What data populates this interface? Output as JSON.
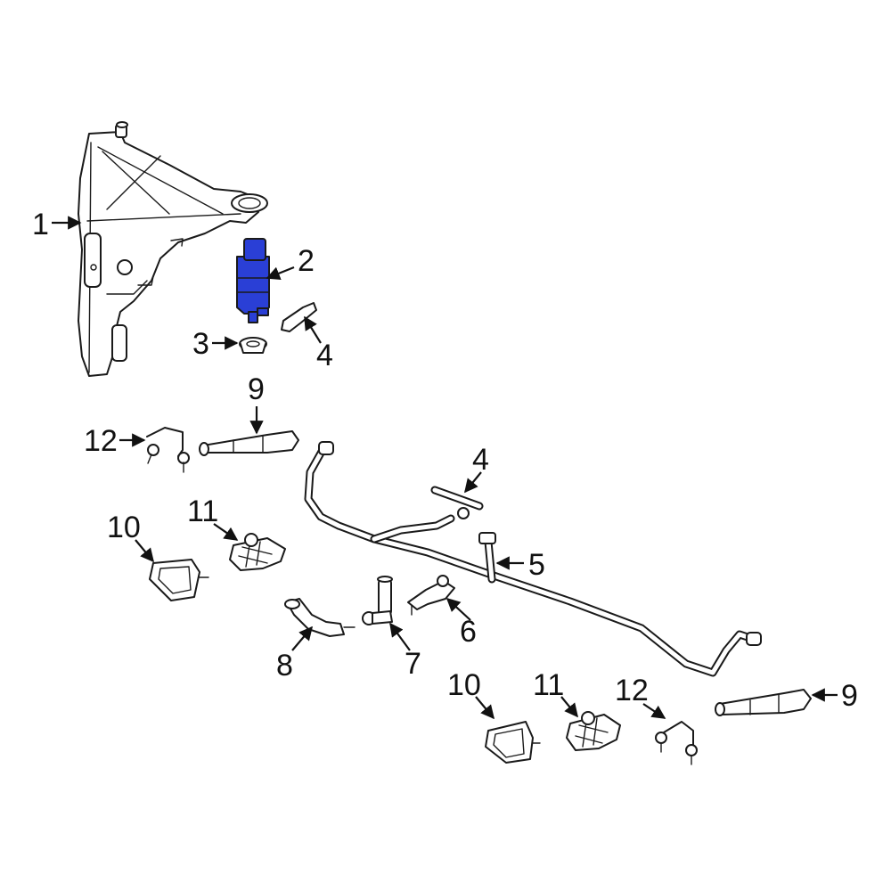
{
  "diagram": {
    "highlight_color": "#2a3fd6",
    "highlighted_part": "2",
    "callouts": [
      {
        "id": "c-1-tank",
        "label": "1"
      },
      {
        "id": "c-2-pump",
        "label": "2"
      },
      {
        "id": "c-3-grommet",
        "label": "3"
      },
      {
        "id": "c-4-top",
        "label": "4"
      },
      {
        "id": "c-9-top",
        "label": "9"
      },
      {
        "id": "c-12-left",
        "label": "12"
      },
      {
        "id": "c-4-mid",
        "label": "4"
      },
      {
        "id": "c-10-left",
        "label": "10"
      },
      {
        "id": "c-11-left",
        "label": "11"
      },
      {
        "id": "c-5",
        "label": "5"
      },
      {
        "id": "c-6",
        "label": "6"
      },
      {
        "id": "c-8",
        "label": "8"
      },
      {
        "id": "c-7",
        "label": "7"
      },
      {
        "id": "c-10-right",
        "label": "10"
      },
      {
        "id": "c-11-right",
        "label": "11"
      },
      {
        "id": "c-12-right",
        "label": "12"
      },
      {
        "id": "c-9-right",
        "label": "9"
      }
    ]
  }
}
